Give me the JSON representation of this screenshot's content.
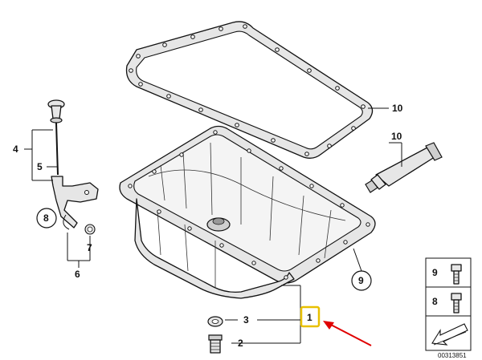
{
  "callouts": {
    "c1": "1",
    "c2": "2",
    "c3": "3",
    "c4": "4",
    "c5": "5",
    "c6": "6",
    "c7": "7",
    "c8_circle": "8",
    "c9_circle": "9",
    "c10_gasket": "10",
    "c10_tube": "10"
  },
  "legend": {
    "item_top": "9",
    "item_bottom": "8"
  },
  "catalog_number": "00313851",
  "colors": {
    "highlight_box": "#e8c000",
    "arrow": "#e00000",
    "line": "#111111",
    "part_fill": "#e6e6e6"
  }
}
